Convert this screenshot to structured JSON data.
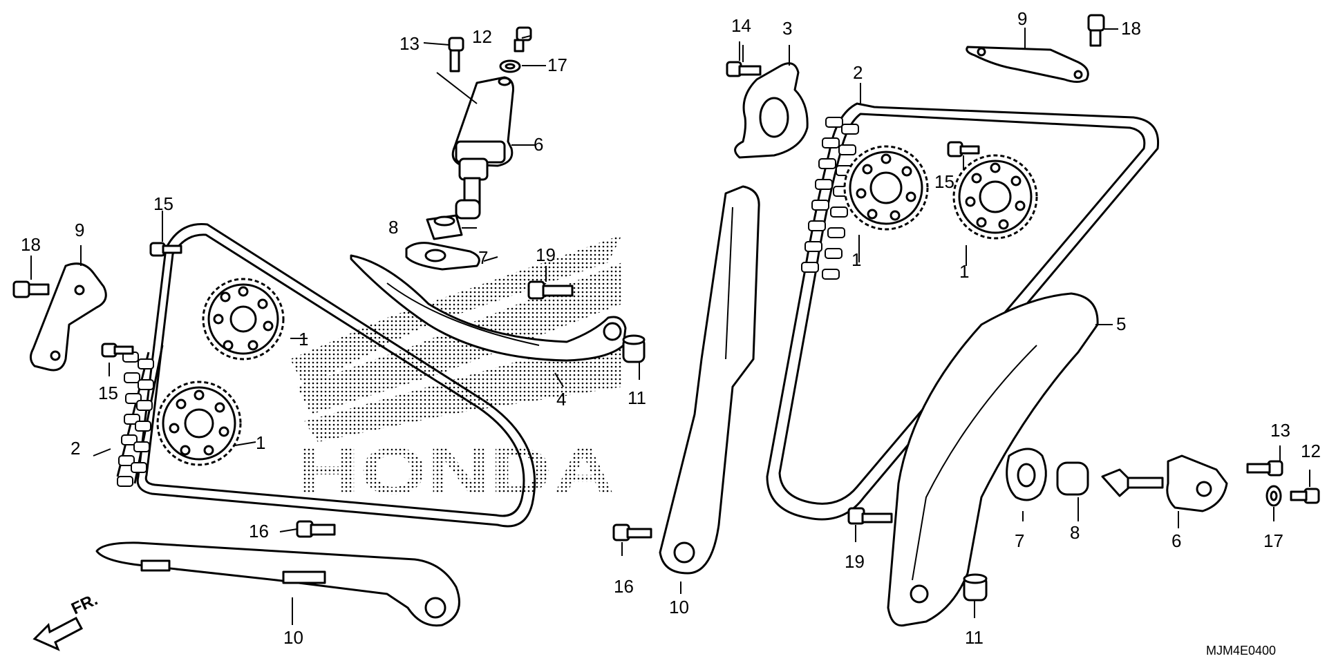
{
  "diagram": {
    "code": "MJM4E0400",
    "front_label": "FR.",
    "watermark": "HONDA",
    "callouts": [
      "1",
      "1",
      "1",
      "1",
      "2",
      "2",
      "3",
      "4",
      "5",
      "6",
      "6",
      "7",
      "7",
      "8",
      "8",
      "9",
      "9",
      "10",
      "10",
      "11",
      "11",
      "12",
      "12",
      "13",
      "13",
      "14",
      "15",
      "15",
      "15",
      "16",
      "16",
      "17",
      "17",
      "18",
      "18",
      "19",
      "19"
    ]
  }
}
